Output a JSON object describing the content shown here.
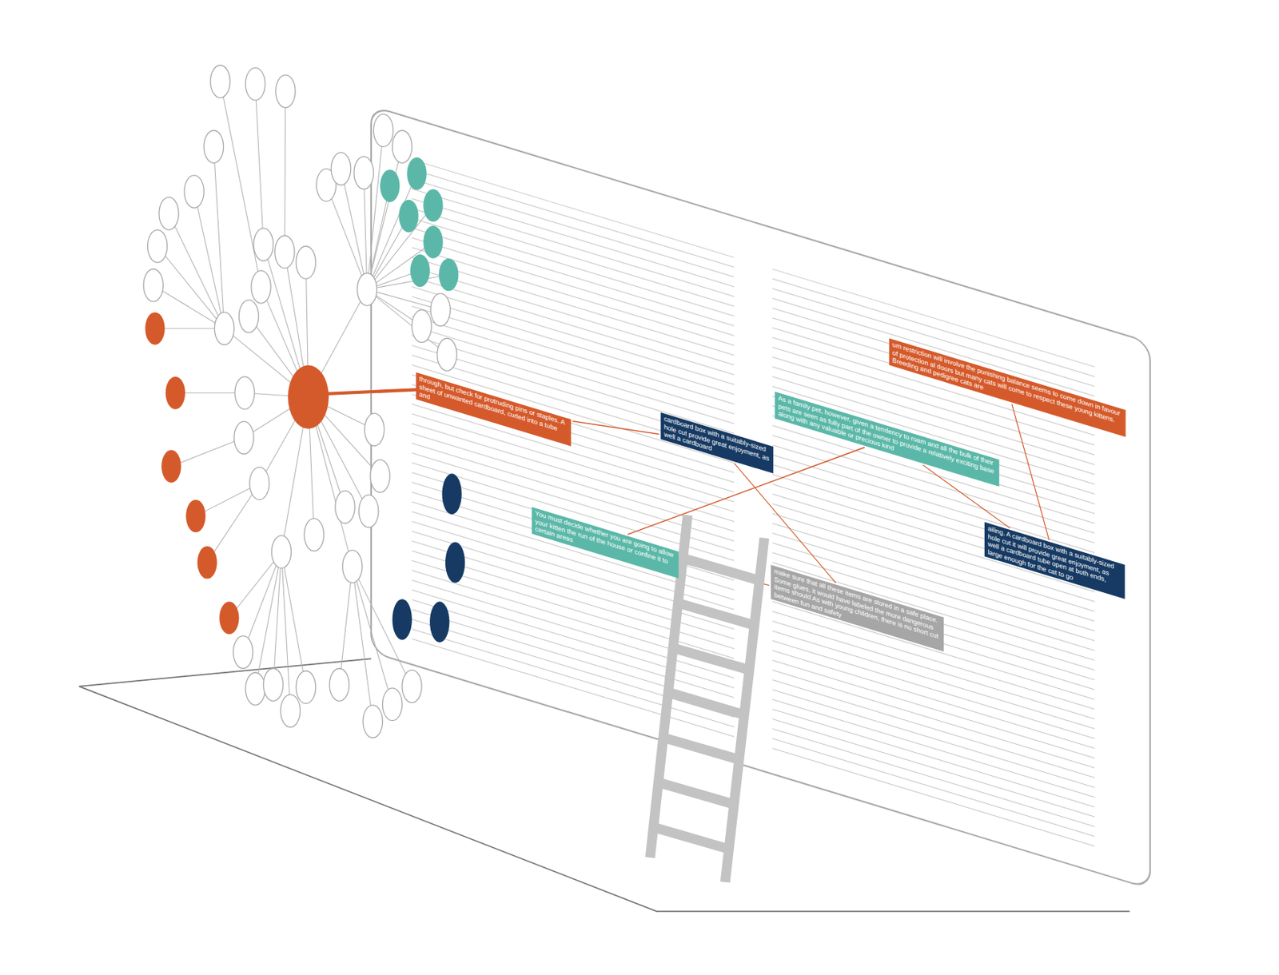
{
  "diagram": {
    "nodes": [
      {
        "text": [
          "through, but check for protruding pins or staples. A sheet of unwanted cardboard, curled into a tube and"
        ]
      },
      {
        "text": [
          "cardboard box with a suitably-sized hole cut provide great enjoyment, as well a cardboard"
        ]
      },
      {
        "text": [
          "You must decide whether you are going to allow your kitten the run of the house or confine it to certain areas"
        ]
      },
      {
        "text": [
          "make sure that all these items are stored in a safe place. Some glues, it would have labeled the more dangerous items should As with young children, there is no short cut between fun and safety"
        ]
      },
      {
        "text": [
          "um restriction will involve the punishing balance seems to come down in favour of protection al doors but many cats will come to respect these young kittens. Breeding and pedigree cats are"
        ]
      },
      {
        "text": [
          "As a family pet, however, given a tendency to roam and all the bulk of their pets are seen as fully part of the owner to provide a relatively exciting base along with any valuable or precious kind"
        ]
      },
      {
        "text": [
          "ailing. A cardboard box with a suitably-sized hole cut it will provide great enjoyment, as well a cardboard tube open at both ends, large enough for the cat to go"
        ]
      }
    ],
    "edges": [
      {
        "from": 0,
        "to": 1,
        "arrow": "none"
      },
      {
        "from": 1,
        "to": 3,
        "arrow": "none"
      },
      {
        "from": 2,
        "to": 5,
        "arrow": "none"
      },
      {
        "from": 2,
        "to": 3,
        "arrow": "none"
      },
      {
        "from": 5,
        "to": 6,
        "arrow": "none"
      },
      {
        "from": 4,
        "to": 6,
        "arrow": "none"
      }
    ]
  }
}
